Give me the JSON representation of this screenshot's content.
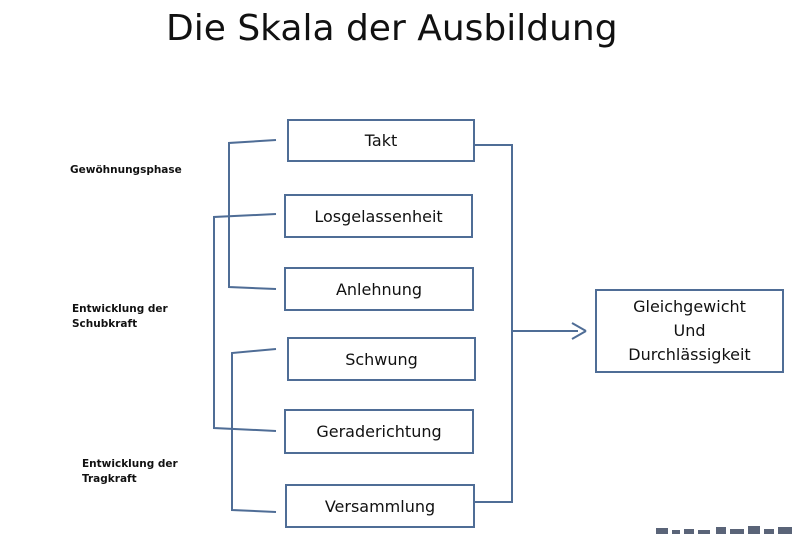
{
  "title": "Die Skala der Ausbildung",
  "phases": [
    "Gewöhnungsphase",
    "Entwicklung der\nSchubkraft",
    "Entwicklung der\nTragkraft"
  ],
  "steps": [
    "Takt",
    "Losgelassenheit",
    "Anlehnung",
    "Schwung",
    "Geraderichtung",
    "Versammlung"
  ],
  "result": [
    "Gleichgewicht",
    "Und",
    "Durchlässigkeit"
  ],
  "colors": {
    "line": "#4f6d96",
    "text": "#111111"
  }
}
